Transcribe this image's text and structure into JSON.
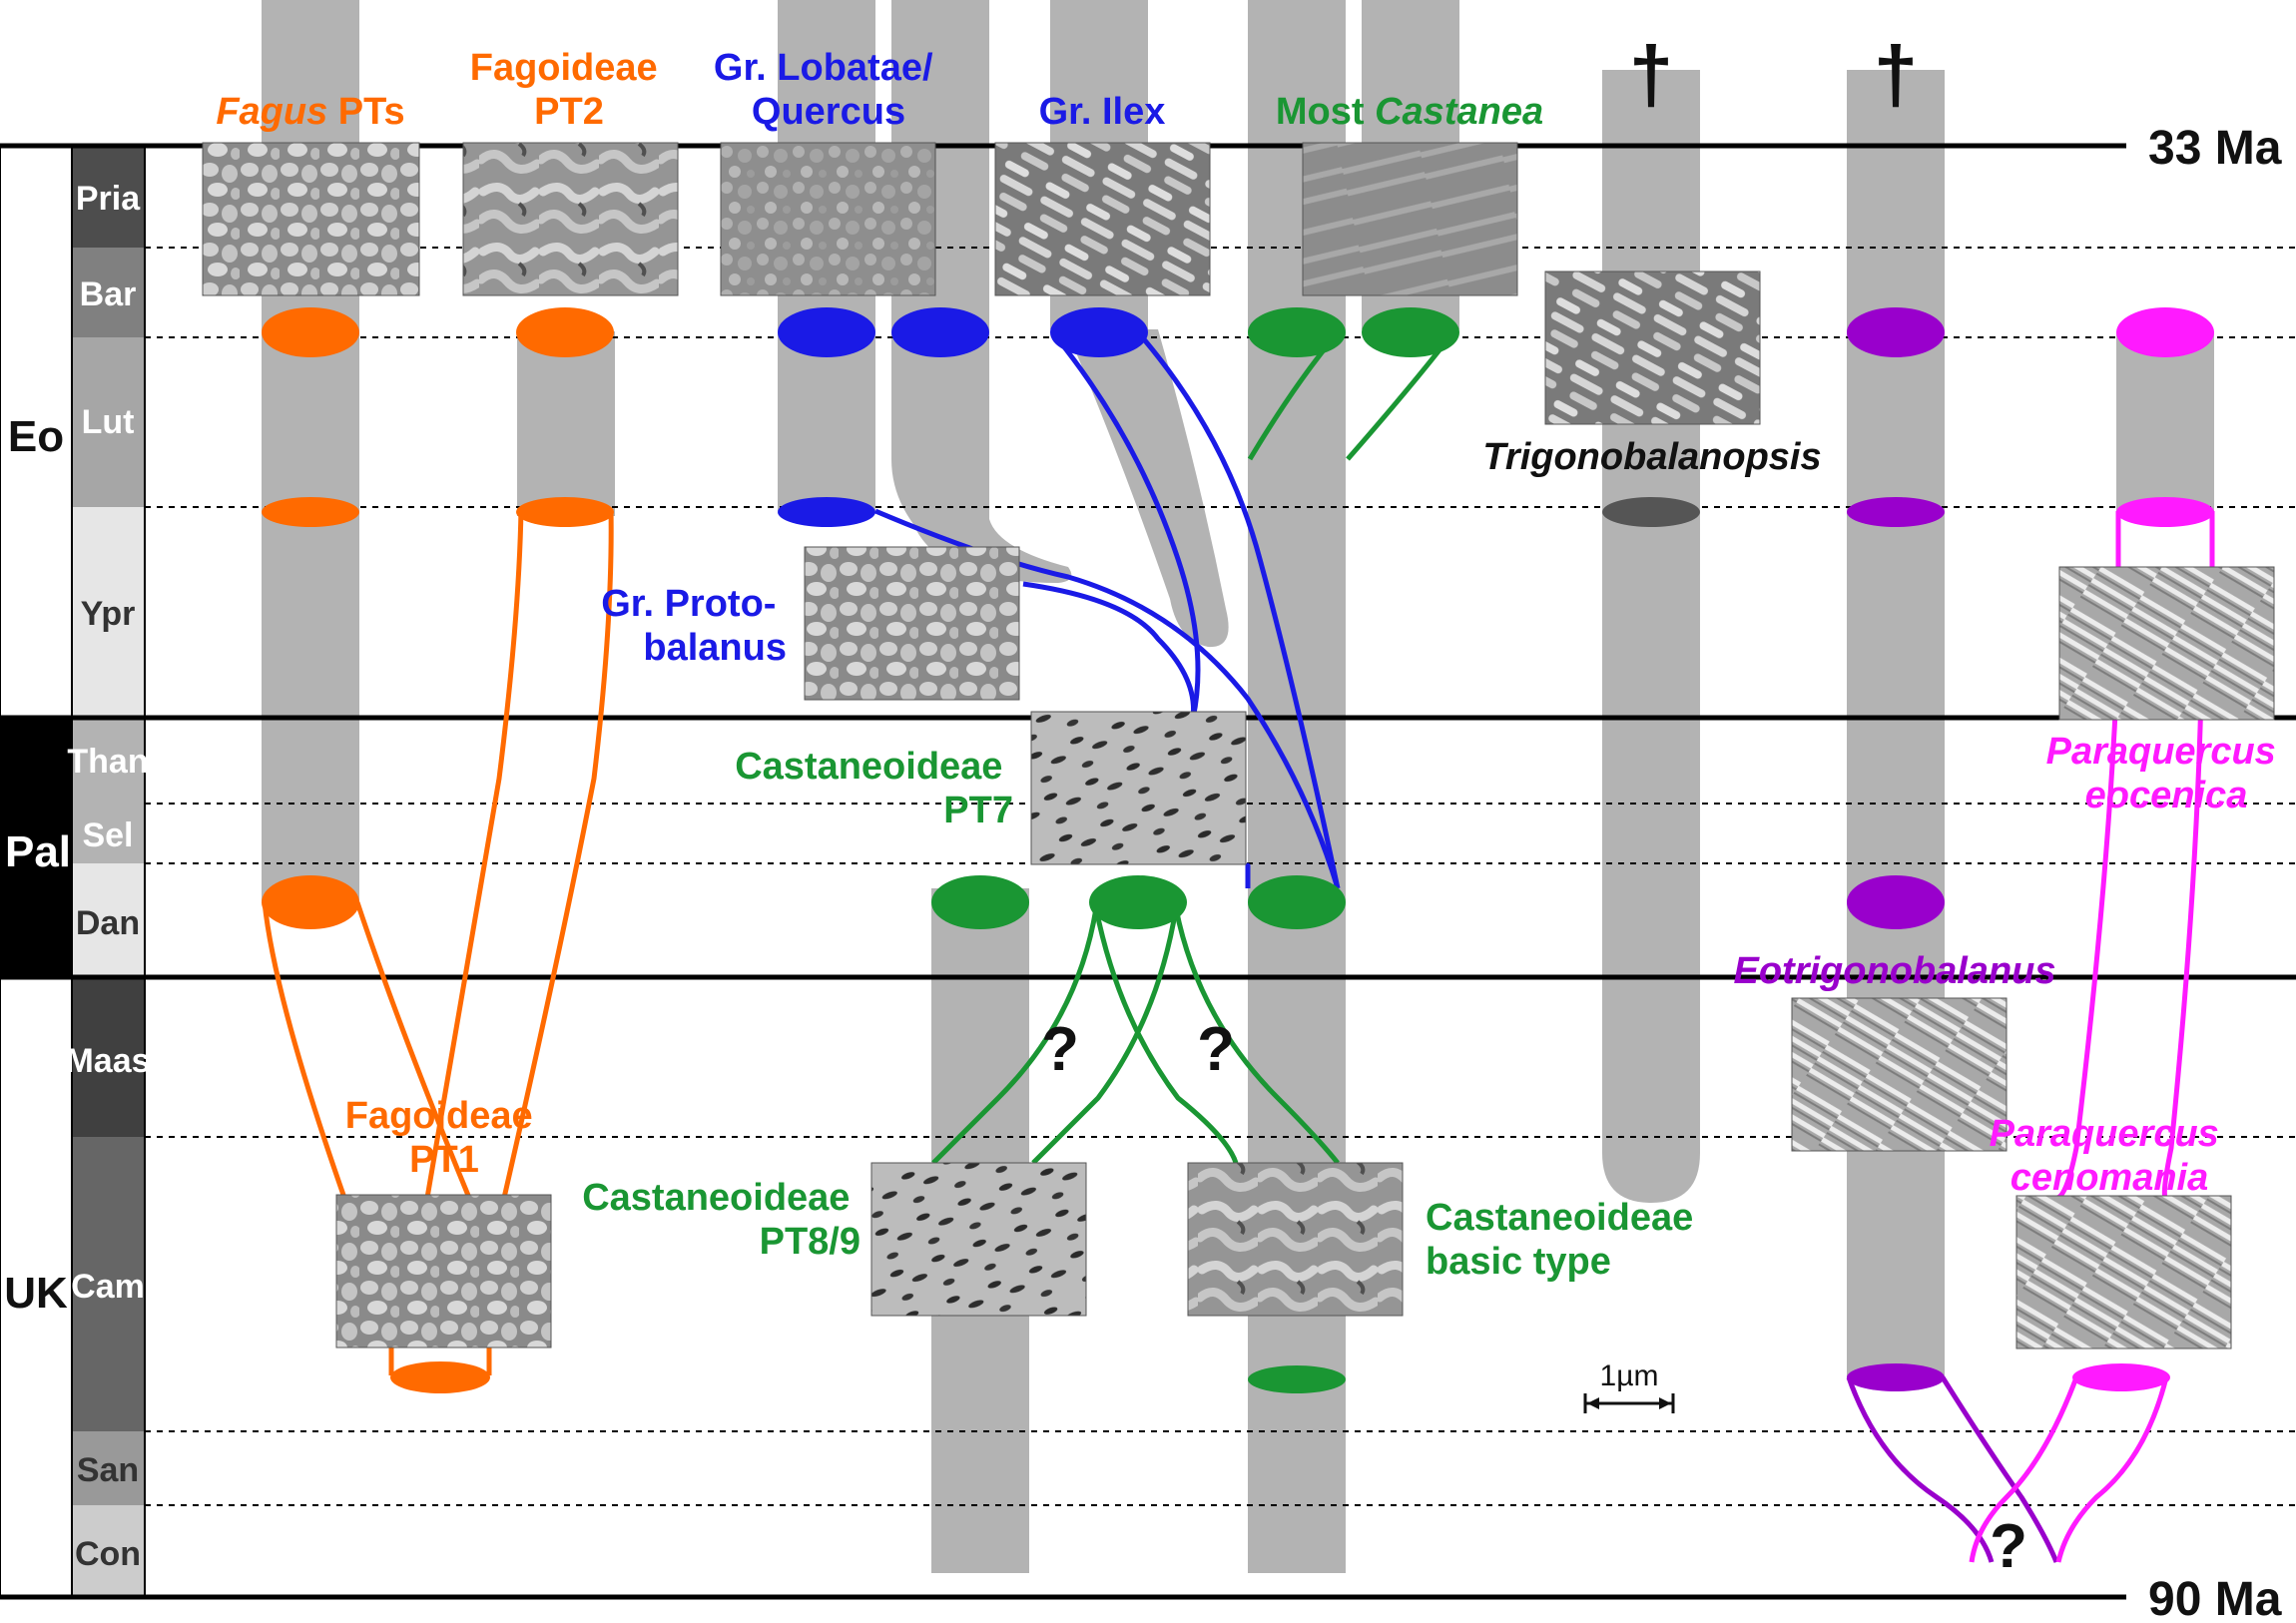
{
  "ages": {
    "top": "33 Ma",
    "bottom": "90 Ma"
  },
  "epochs": [
    {
      "label": "Eo",
      "color": "#ffffff",
      "text_color": "#111111"
    },
    {
      "label": "Pal",
      "color": "#000000",
      "text_color": "#ffffff"
    },
    {
      "label": "UK",
      "color": "#ffffff",
      "text_color": "#111111"
    }
  ],
  "stages": [
    {
      "label": "Pria",
      "color": "#4d4d4d"
    },
    {
      "label": "Bar",
      "color": "#808080"
    },
    {
      "label": "Lut",
      "color": "#a6a6a6"
    },
    {
      "label": "Ypr",
      "color": "#e6e6e6"
    },
    {
      "label": "Than",
      "color": "#b3b3b3"
    },
    {
      "label": "Sel",
      "color": "#b3b3b3"
    },
    {
      "label": "Dan",
      "color": "#e6e6e6"
    },
    {
      "label": "Maas",
      "color": "#404040"
    },
    {
      "label": "Cam",
      "color": "#666666"
    },
    {
      "label": "San",
      "color": "#999999"
    },
    {
      "label": "Con",
      "color": "#cccccc"
    }
  ],
  "colors": {
    "fagoideae": "#ff6a00",
    "quercus": "#1a1ae6",
    "castaneoideae": "#1a9633",
    "eotrigonobalanus": "#9900cc",
    "paraquercus": "#ff1aff",
    "trigonobalanopsis": "#111111",
    "lineage_bar": "#b3b3b3"
  },
  "labels": {
    "fagus_italic": "Fagus",
    "fagus_rest": " PTs",
    "fagoideae_pt2_l1": "Fagoideae",
    "fagoideae_pt2_l2": "PT2",
    "lobatae_l1": "Gr. Lobatae/",
    "lobatae_l2": "Quercus",
    "ilex": "Gr. Ilex",
    "castanea_rest": "Most ",
    "castanea_italic": "Castanea",
    "trigonobalanopsis": "Trigonobalanopsis",
    "protobalanus_l1": "Gr. Proto-",
    "protobalanus_l2": "balanus",
    "pt7_l1": "Castaneoideae",
    "pt7_l2": "PT7",
    "paraquercus_eocenica_l1": "Paraquercus",
    "paraquercus_eocenica_l2": "eocenica",
    "eotrigonobalanus": "Eotrigonobalanus",
    "paraquercus_cenomania_l1": "Paraquercus",
    "paraquercus_cenomania_l2": "cenomania",
    "fagoideae_pt1_l1": "Fagoideae",
    "fagoideae_pt1_l2": "PT1",
    "pt89_l1": "Castaneoideae",
    "pt89_l2": "PT8/9",
    "basic_l1": "Castaneoideae",
    "basic_l2": "basic type",
    "scale_bar": "1µm"
  },
  "marks": {
    "extinct": "†",
    "uncertain": "?"
  }
}
